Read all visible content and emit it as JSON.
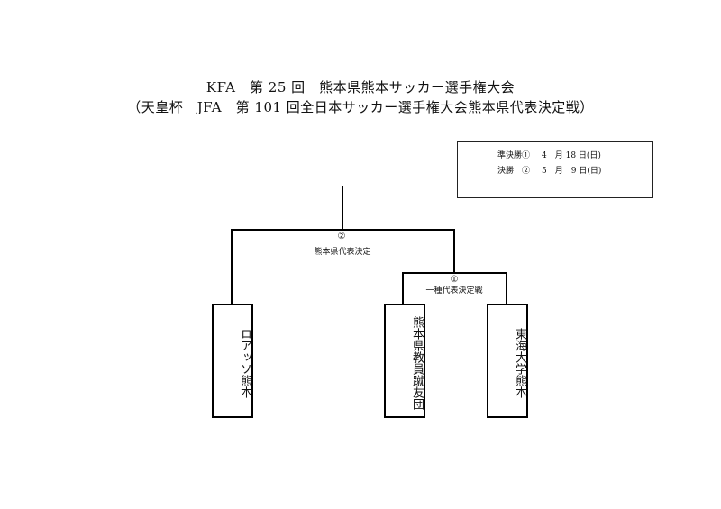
{
  "header": {
    "title_line_1": "KFA　第 25 回　熊本県熊本サッカー選手権大会",
    "title_line_2": "（天皇杯　JFA　第 101 回全日本サッカー選手権大会熊本県代表決定戦）"
  },
  "schedule": {
    "rows": [
      {
        "label": "準決勝①",
        "date": "4　月 18 日(日)"
      },
      {
        "label": "決勝　②",
        "date": "5　月　9 日(日)"
      }
    ]
  },
  "bracket": {
    "final": {
      "mark": "②",
      "caption": "熊本県代表決定"
    },
    "semifinal": {
      "mark": "①",
      "caption": "一種代表決定戦"
    },
    "teams": [
      {
        "name": "ロアッソ熊本"
      },
      {
        "name": "熊本県教員蹴友団"
      },
      {
        "name": "東海大学熊本"
      }
    ]
  }
}
